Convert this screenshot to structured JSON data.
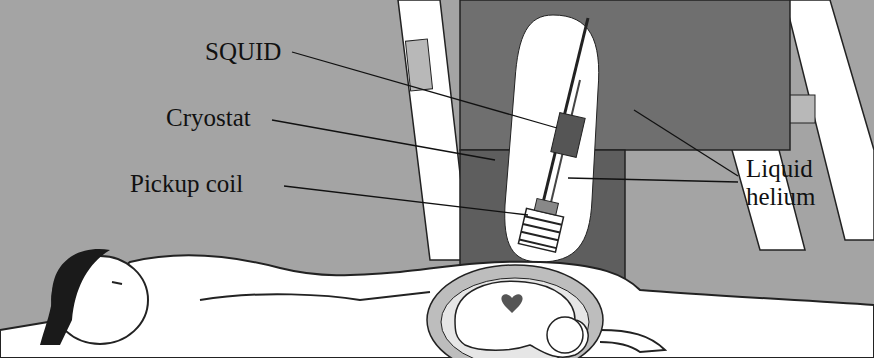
{
  "diagram": {
    "labels": [
      "SQUID",
      "Cryostat",
      "Pickup coil",
      "Liquid helium"
    ]
  }
}
